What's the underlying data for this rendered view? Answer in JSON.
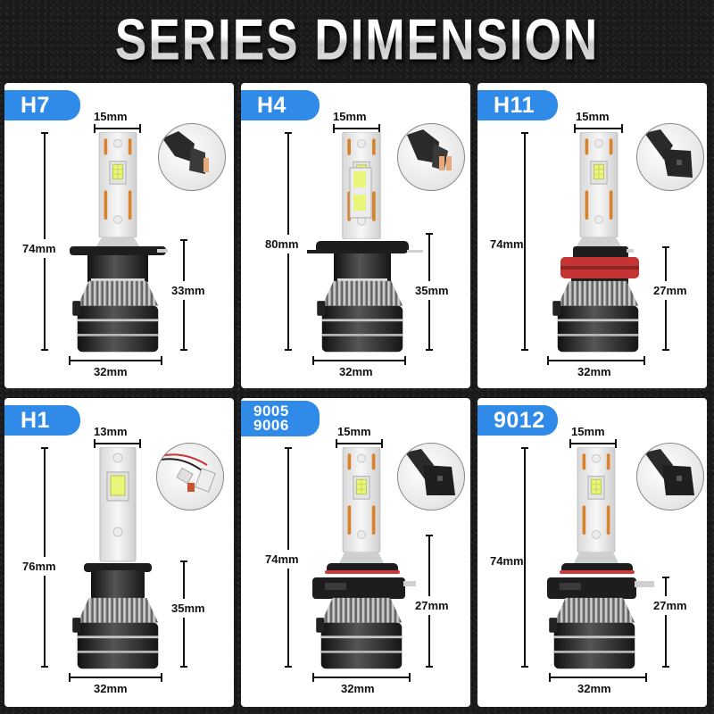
{
  "title": "SERIES DIMENSION",
  "colors": {
    "badge_blue": "#2f8ae8",
    "background": "#1a1a1a",
    "card": "#ffffff",
    "led_chip": "#e9f57a",
    "amber_strip": "#d9822b",
    "red_oring": "#d23a3a"
  },
  "cards": [
    {
      "model": "H7",
      "model_lines": [
        "H7"
      ],
      "width_top": "15mm",
      "height_total": "74mm",
      "height_base": "33mm",
      "width_base": "32mm",
      "connector_icon": "h7-connector-icon",
      "collar": "black"
    },
    {
      "model": "H4",
      "model_lines": [
        "H4"
      ],
      "width_top": "15mm",
      "height_total": "80mm",
      "height_base": "35mm",
      "width_base": "32mm",
      "connector_icon": "h4-connector-icon",
      "collar": "black"
    },
    {
      "model": "H11",
      "model_lines": [
        "H11"
      ],
      "width_top": "15mm",
      "height_total": "74mm",
      "height_base": "27mm",
      "width_base": "32mm",
      "connector_icon": "h11-connector-icon",
      "collar": "red"
    },
    {
      "model": "H1",
      "model_lines": [
        "H1"
      ],
      "width_top": "13mm",
      "height_total": "76mm",
      "height_base": "35mm",
      "width_base": "32mm",
      "connector_icon": "h1-wire-connector-icon",
      "collar": "black"
    },
    {
      "model": "9005 9006",
      "model_lines": [
        "9005",
        "9006"
      ],
      "width_top": "15mm",
      "height_total": "74mm",
      "height_base": "27mm",
      "width_base": "32mm",
      "connector_icon": "9005-connector-icon",
      "collar": "red-ring"
    },
    {
      "model": "9012",
      "model_lines": [
        "9012"
      ],
      "width_top": "15mm",
      "height_total": "74mm",
      "height_base": "27mm",
      "width_base": "32mm",
      "connector_icon": "9012-connector-icon",
      "collar": "red-ring"
    }
  ]
}
